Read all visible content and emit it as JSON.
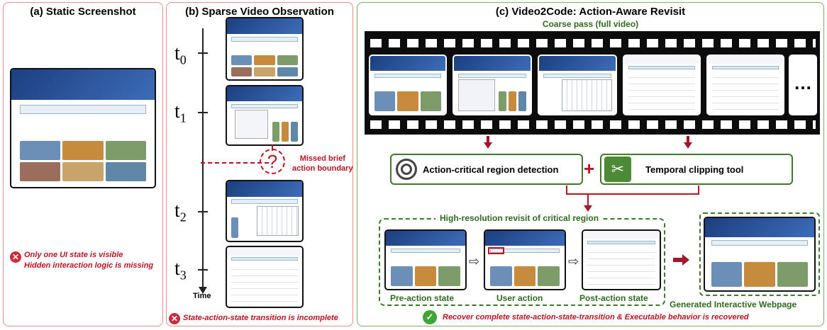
{
  "panel_a": {
    "title": "(a) Static Screenshot",
    "notes": [
      "Only one UI state is visible",
      "Hidden interaction logic is missing"
    ]
  },
  "panel_b": {
    "title": "(b) Sparse Video Observation",
    "time_labels": [
      "t0",
      "t1",
      "t2",
      "t3"
    ],
    "axis_label": "Time",
    "missed_label": [
      "Missed brief",
      "action boundary"
    ],
    "question_mark": "?",
    "note": "State-action-state transition is incomplete"
  },
  "panel_c": {
    "title": "(c) Video2Code: Action-Aware Revisit",
    "coarse_label": "Coarse pass (full video)",
    "ellipsis": "…",
    "detect_label": "Action-critical region detection",
    "clip_label": "Temporal clipping tool",
    "plus": "+",
    "revisit_label": "High-resolution revisit of critical region",
    "states": [
      "Pre-action state",
      "User action",
      "Post-action state"
    ],
    "generated_label": "Generated Interactive Webpage",
    "note": "Recover complete state-action-state-transition & Executable behavior is recovered"
  },
  "colors": {
    "red": "#c1121f",
    "green": "#3f7a2a",
    "panel_red": "#e58f8f",
    "panel_green": "#7bb063"
  }
}
